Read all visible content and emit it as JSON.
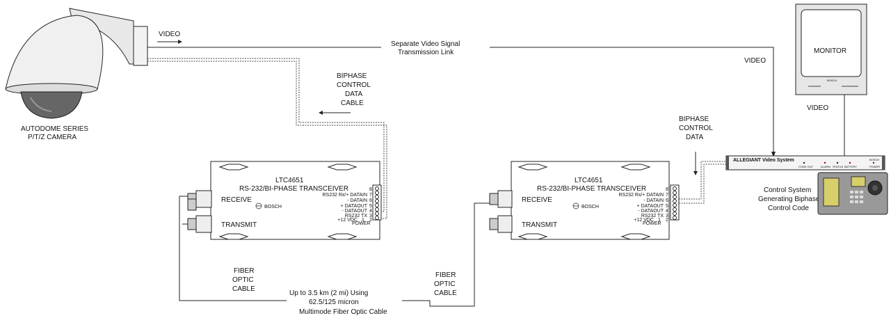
{
  "camera": {
    "name_line1": "AUTODOME SERIES",
    "name_line2": "P/T/Z CAMERA",
    "video_label": "VIDEO"
  },
  "video_link": {
    "line1": "Separate Video Signal",
    "line2": "Transmission Link"
  },
  "biphase_cable": {
    "line1": "BIPHASE",
    "line2": "CONTROL",
    "line3": "DATA",
    "line4": "CABLE"
  },
  "biphase_data": {
    "line1": "BIPHASE",
    "line2": "CONTROL",
    "line3": "DATA"
  },
  "transceiver": {
    "model": "LTC4651",
    "title": "RS-232/BI-PHASE TRANSCEIVER",
    "brand": "BOSCH",
    "receive": "RECEIVE",
    "transmit": "TRANSMIT",
    "power": "POWER",
    "terminals": [
      {
        "label": "",
        "num": "8"
      },
      {
        "label": "RS232 Rx/+ DATAIN",
        "num": "7"
      },
      {
        "label": "- DATAIN",
        "num": "6"
      },
      {
        "label": "+ DATAOUT",
        "num": "5"
      },
      {
        "label": "- DATAOUT",
        "num": "4"
      },
      {
        "label": "RS232 TX",
        "num": "3"
      },
      {
        "label": "",
        "num": "2"
      },
      {
        "label": "+12 VDC",
        "num": "1"
      }
    ]
  },
  "fiber_left": {
    "line1": "FIBER",
    "line2": "OPTIC",
    "line3": "CABLE"
  },
  "fiber_right": {
    "line1": "FIBER",
    "line2": "OPTIC",
    "line3": "CABLE"
  },
  "fiber_span": {
    "line1": "Up to 3.5 km (2 mi) Using",
    "line2": "62.5/125 micron",
    "line3": "Multimode Fiber Optic Cable"
  },
  "monitor": {
    "label": "MONITOR",
    "brand": "BOSCH"
  },
  "video_right_top": "VIDEO",
  "video_right_mid": "VIDEO",
  "allegiant": {
    "name": "ALLEGIANT Video System",
    "brand": "BOSCH",
    "leds": [
      "CODE OUT",
      "ALARM",
      "STATUS",
      "BATTERY",
      "POWER"
    ]
  },
  "control_system": {
    "line1": "Control System",
    "line2": "Generating Biphase",
    "line3": "Control Code"
  }
}
